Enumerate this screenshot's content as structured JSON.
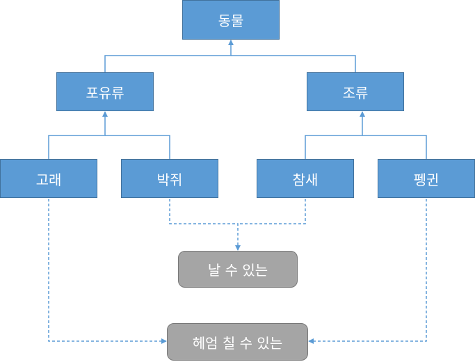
{
  "diagram": {
    "nodes": {
      "animal": "동물",
      "mammal": "포유류",
      "bird": "조류",
      "whale": "고래",
      "bat": "박쥐",
      "sparrow": "참새",
      "penguin": "펭귄",
      "can_fly": "날 수 있는",
      "can_swim": "헤엄 칠 수 있는"
    },
    "colors": {
      "node_fill": "#5b9bd5",
      "node_border": "#41719c",
      "trait_fill": "#a5a5a5",
      "trait_border": "#787878",
      "connector": "#5b9bd5",
      "text": "#ffffff"
    },
    "edges": [
      {
        "from": "mammal",
        "to": "animal",
        "style": "solid"
      },
      {
        "from": "bird",
        "to": "animal",
        "style": "solid"
      },
      {
        "from": "whale",
        "to": "mammal",
        "style": "solid"
      },
      {
        "from": "bat",
        "to": "mammal",
        "style": "solid"
      },
      {
        "from": "sparrow",
        "to": "bird",
        "style": "solid"
      },
      {
        "from": "penguin",
        "to": "bird",
        "style": "solid"
      },
      {
        "from": "bat",
        "to": "can_fly",
        "style": "dashed"
      },
      {
        "from": "sparrow",
        "to": "can_fly",
        "style": "dashed"
      },
      {
        "from": "whale",
        "to": "can_swim",
        "style": "dashed"
      },
      {
        "from": "penguin",
        "to": "can_swim",
        "style": "dashed"
      }
    ]
  }
}
